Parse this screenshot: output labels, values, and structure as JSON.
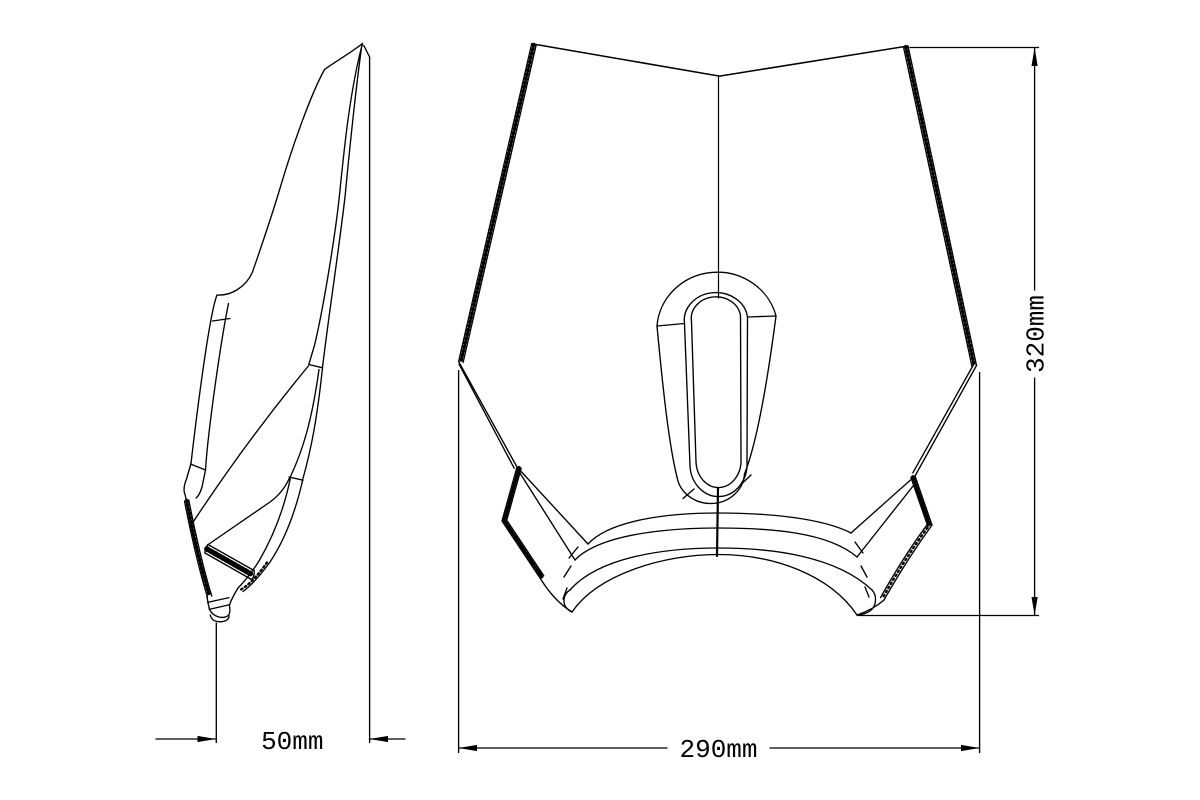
{
  "page": {
    "background_color": "#ffffff",
    "line_color": "#000000"
  },
  "diagram": {
    "type": "technical-drawing",
    "subject": "windscreen two-view line drawing with dimensions",
    "views": [
      {
        "name": "side profile view"
      },
      {
        "name": "front view"
      }
    ],
    "dimensions": {
      "depth": {
        "label": "50mm",
        "value": 50,
        "unit": "mm"
      },
      "width": {
        "label": "290mm",
        "value": 290,
        "unit": "mm"
      },
      "height": {
        "label": "320mm",
        "value": 320,
        "unit": "mm"
      }
    }
  }
}
